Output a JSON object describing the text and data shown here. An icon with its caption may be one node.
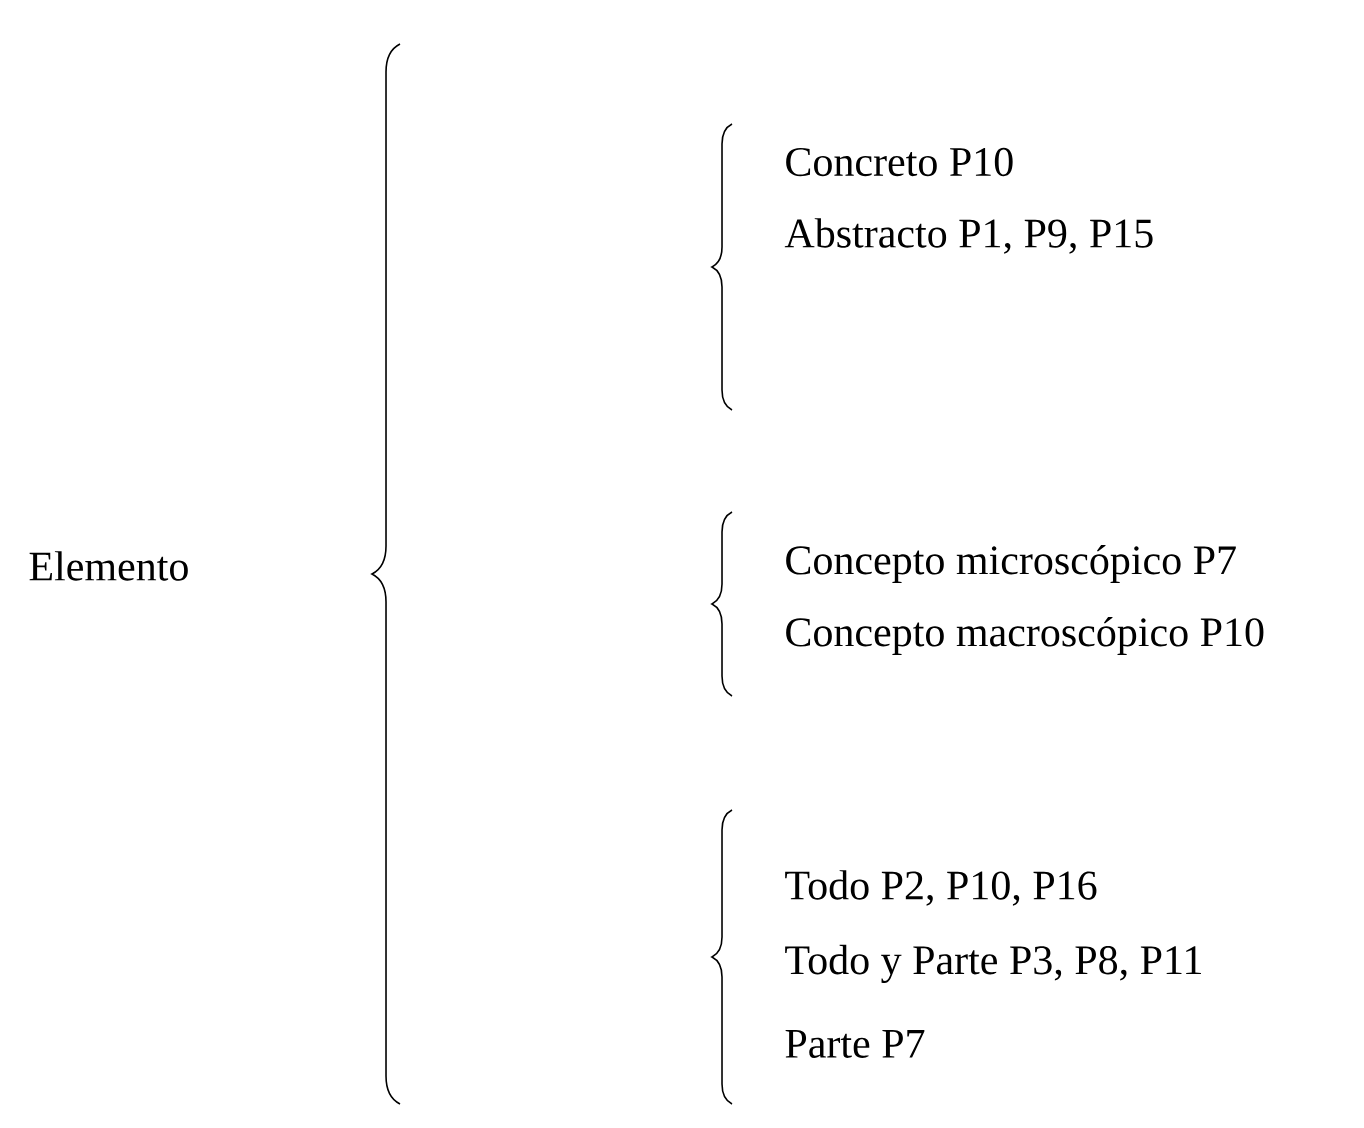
{
  "diagram": {
    "labels": [
      "Elemento",
      "Concreto  P10",
      "Abstracto  P1, P9, P15",
      "Concepto microscópico P7",
      "Concepto macroscópico P10",
      "Todo  P2, P10, P16",
      "Todo y Parte P3, P8, P11",
      "Parte  P7"
    ]
  }
}
